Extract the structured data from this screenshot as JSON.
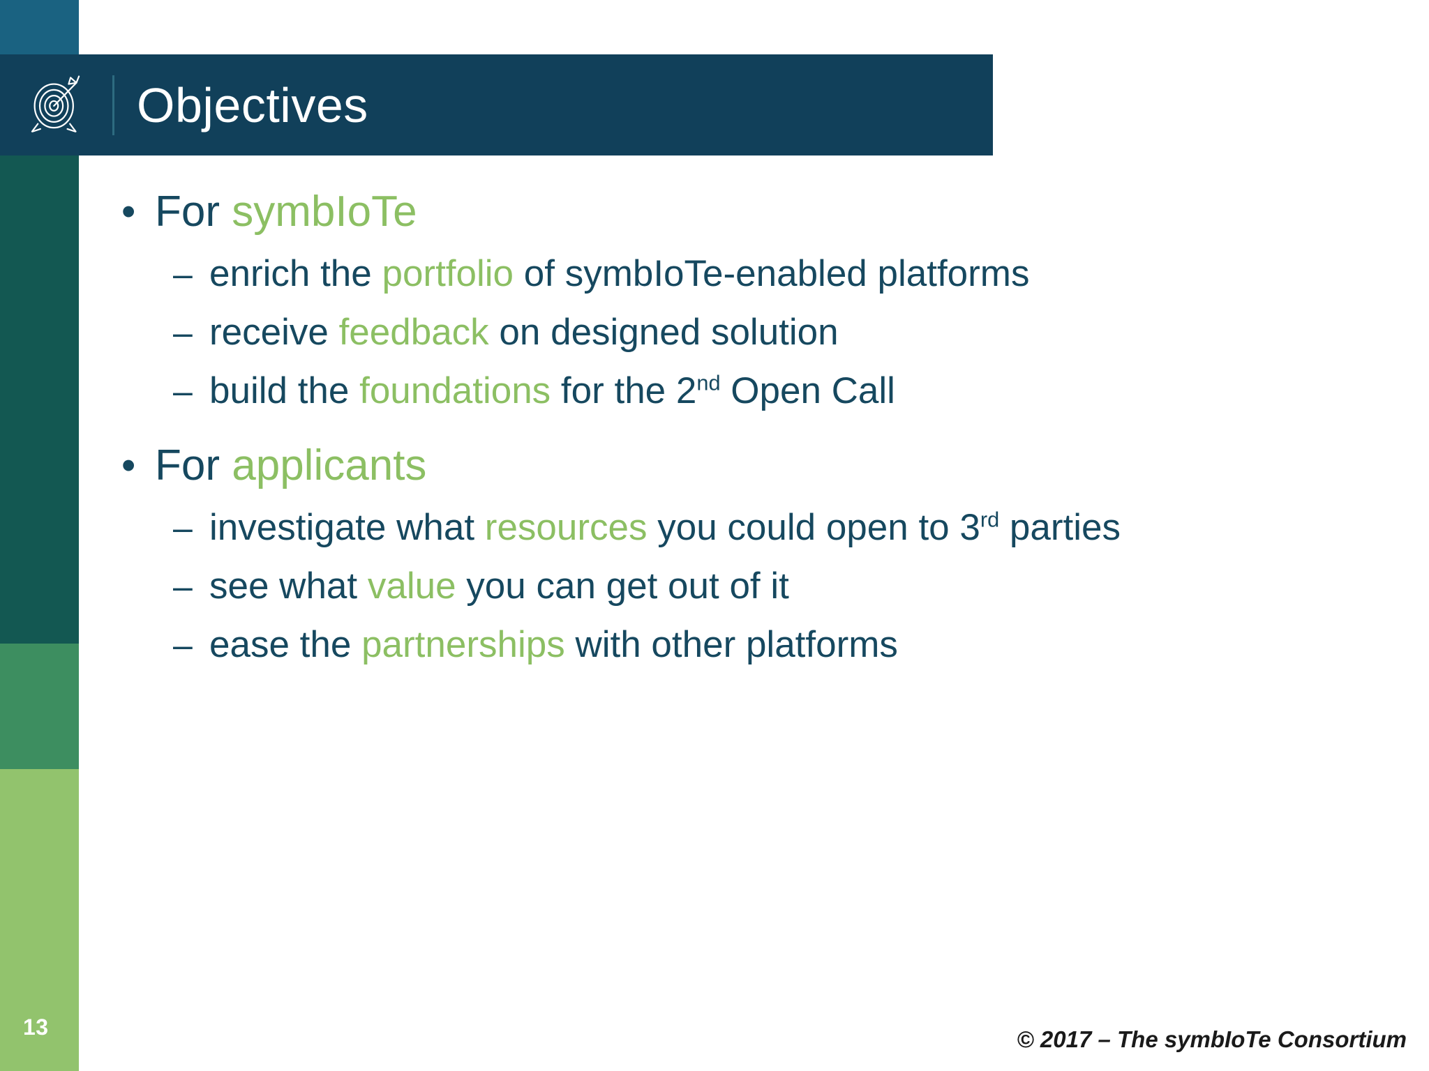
{
  "slide": {
    "title": "Objectives",
    "icon": "target-arrow-icon",
    "page_number": "13",
    "copyright": "© 2017 – The symbIoTe Consortium"
  },
  "colors": {
    "band_top": "#1a6281",
    "band_header": "#11405a",
    "band_deep": "#135852",
    "band_mid": "#3d8e60",
    "band_light": "#92c36d",
    "text_navy": "#16485f",
    "accent_green": "#8cbf63",
    "header_bar": "#11405a",
    "title_text": "#ffffff"
  },
  "content": {
    "groups": [
      {
        "bullet_marker": "•",
        "lead": "For ",
        "highlight": "symbIoTe",
        "sub_marker": "–",
        "sub_items": [
          {
            "pre": "enrich the ",
            "highlight": "portfolio",
            "post": " of symbIoTe-enabled platforms",
            "sup": "",
            "tail": ""
          },
          {
            "pre": "receive ",
            "highlight": "feedback",
            "post": " on designed solution",
            "sup": "",
            "tail": ""
          },
          {
            "pre": "build the ",
            "highlight": "foundations",
            "post": " for the 2",
            "sup": "nd",
            "tail": " Open Call"
          }
        ]
      },
      {
        "bullet_marker": "•",
        "lead": "For ",
        "highlight": "applicants",
        "sub_marker": "–",
        "sub_items": [
          {
            "pre": "investigate what ",
            "highlight": "resources",
            "post": " you could open to 3",
            "sup": "rd",
            "tail": " parties"
          },
          {
            "pre": "see what ",
            "highlight": "value",
            "post": " you can get out of it",
            "sup": "",
            "tail": ""
          },
          {
            "pre": "ease the ",
            "highlight": "partnerships",
            "post": " with other platforms",
            "sup": "",
            "tail": ""
          }
        ]
      }
    ]
  }
}
